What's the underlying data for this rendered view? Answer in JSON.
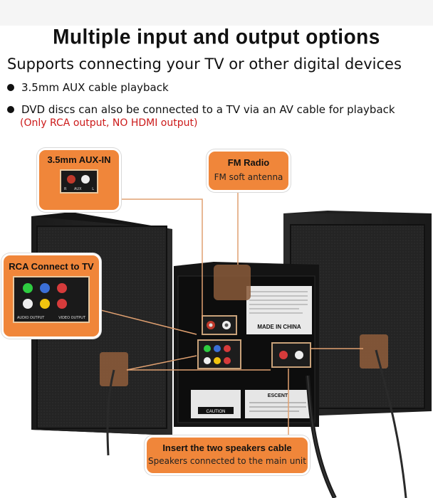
{
  "header": {
    "title": "Multiple input and output options",
    "subtitle": "Supports connecting your TV or other digital devices"
  },
  "bullets": [
    "3.5mm AUX cable playback",
    "DVD discs can also be connected to a TV via an AV cable for playback"
  ],
  "note": "(Only RCA output, NO HDMI output)",
  "callouts": {
    "aux": {
      "title": "3.5mm AUX-IN",
      "jack_labels": [
        "R",
        "AUX",
        "L"
      ]
    },
    "fm": {
      "title": "FM Radio",
      "caption": "FM soft antenna"
    },
    "rca": {
      "title": "RCA Connect to TV",
      "jack_labels": [
        "AUDIO OUTPUT",
        "VIDEO OUTPUT"
      ]
    },
    "speaker": {
      "title": "Insert the two speakers cable",
      "caption": "Speakers connected to the main unit"
    }
  },
  "device": {
    "made_in": "MADE IN CHINA",
    "brand": "ESCENT",
    "caution": "CAUTION"
  },
  "colors": {
    "accent": "#f0863a",
    "note_red": "#cc1a1a"
  }
}
